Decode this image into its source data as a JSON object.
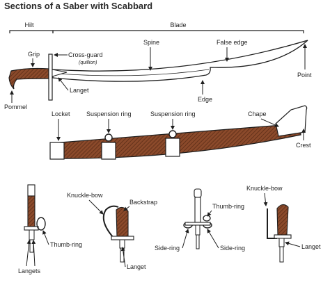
{
  "title": "Sections of a Saber with Scabbard",
  "colors": {
    "wood": "#8b4a2b",
    "wood_hatch": "#5a2c16",
    "ink": "#1e1e1e",
    "background": "#ffffff"
  },
  "labels": {
    "hilt": "Hilt",
    "blade": "Blade",
    "spine": "Spine",
    "false_edge": "False edge",
    "grip": "Grip",
    "cross_guard": "Cross-guard",
    "quillion": "(quillion)",
    "langet": "Langet",
    "pommel": "Pommel",
    "edge": "Edge",
    "point": "Point",
    "locket": "Locket",
    "suspension_ring_1": "Suspension ring",
    "suspension_ring_2": "Suspension ring",
    "chape": "Chape",
    "crest": "Crest",
    "knuckle_bow_1": "Knuckle-bow",
    "backstrap": "Backstrap",
    "thumb_ring_1": "Thumb-ring",
    "langets": "Langets",
    "langet_2": "Langet",
    "thumb_ring_2": "Thumb-ring",
    "side_ring_1": "Side-ring",
    "side_ring_2": "Side-ring",
    "knuckle_bow_2": "Knuckle-bow",
    "langet_3": "Langet"
  }
}
